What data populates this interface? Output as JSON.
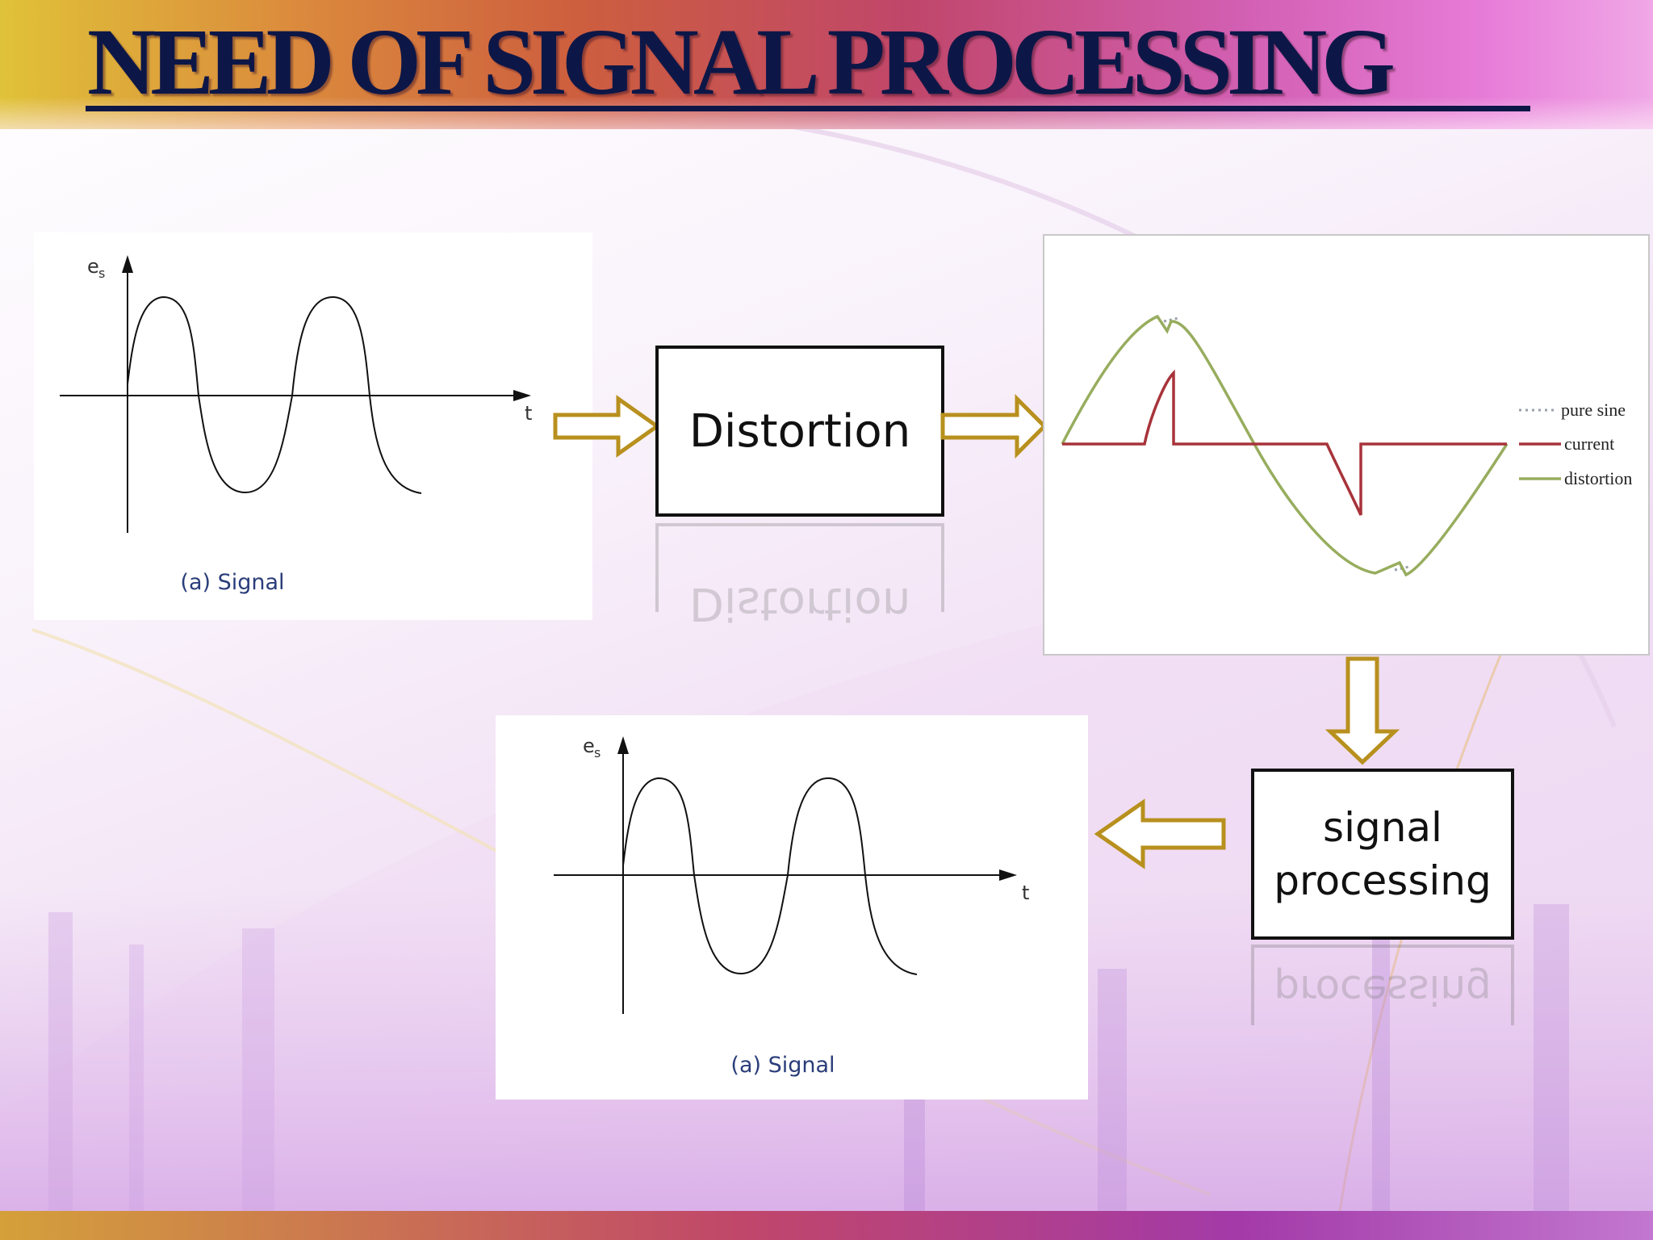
{
  "slide": {
    "title": "NEED OF SIGNAL PROCESSING"
  },
  "colors": {
    "title_text": "#0d1747",
    "arrow_stroke": "#b8901e",
    "arrow_fill": "#ffffff",
    "pure_sine": "#9aa0aa",
    "current": "#a8333a",
    "distortion": "#97ad5e",
    "caption": "#2a3d7a"
  },
  "input_signal": {
    "y_label": "e",
    "y_label_sub": "s",
    "x_label": "t",
    "caption": "(a) Signal"
  },
  "distortion_block": {
    "label": "Distortion"
  },
  "distorted_plot": {
    "legend": [
      {
        "key": "pure_sine",
        "label": "pure sine"
      },
      {
        "key": "current",
        "label": "current"
      },
      {
        "key": "distortion",
        "label": "distortion"
      }
    ]
  },
  "processing_block": {
    "line1": "signal",
    "line2": "processing",
    "reflection": "processing"
  },
  "output_signal": {
    "y_label": "e",
    "y_label_sub": "s",
    "x_label": "t",
    "caption": "(a) Signal"
  },
  "reflections": {
    "distortion": "Distortion"
  }
}
